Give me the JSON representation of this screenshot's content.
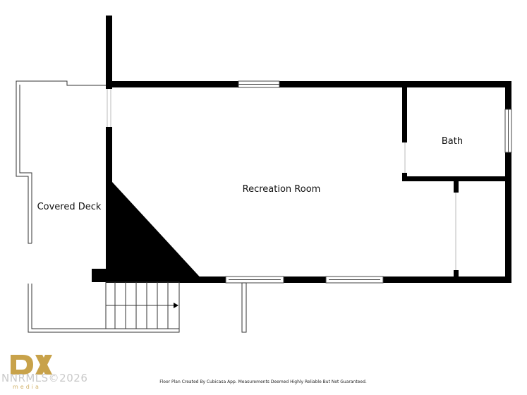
{
  "rooms": {
    "recreation": "Recreation Room",
    "bath": "Bath",
    "deck": "Covered Deck"
  },
  "footer": {
    "note": "Floor Plan Created By Cubicasa App. Measurements Deemed Highly Reliable But Not Guaranteed."
  },
  "watermark": {
    "text": "NNRMLS©2026",
    "sub": "media"
  },
  "colors": {
    "wall": "#000000",
    "logo_gold": "#c8a24a",
    "watermark_gray": "#c9c9c9"
  }
}
